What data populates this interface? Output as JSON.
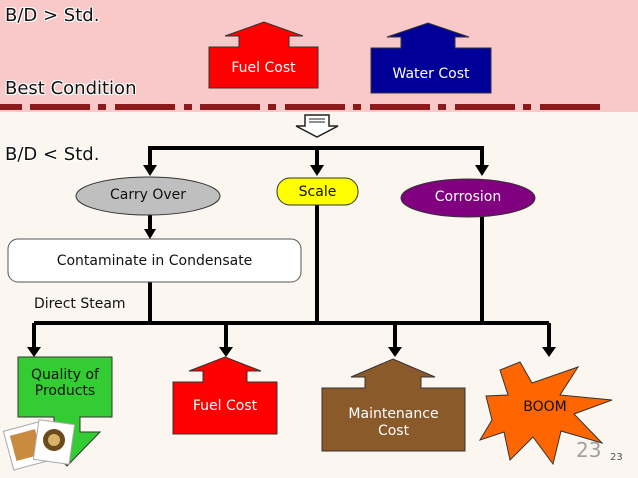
{
  "headings": {
    "bd_greater": "B/D > Std.",
    "best_condition": "Best Condition",
    "bd_less": "B/D < Std."
  },
  "top_arrows": {
    "fuel_cost": "Fuel Cost",
    "water_cost": "Water Cost"
  },
  "causes": {
    "carry_over": "Carry Over",
    "scale": "Scale",
    "corrosion": "Corrosion"
  },
  "contaminate": "Contaminate in Condensate",
  "direct_steam": "Direct Steam",
  "results": {
    "quality_line1": "Quality of",
    "quality_line2": "Products",
    "fuel_cost": "Fuel Cost",
    "maintenance_line1": "Maintenance",
    "maintenance_line2": "Cost",
    "boom": "BOOM"
  },
  "slide_number_large": "23",
  "slide_number_small": "23",
  "colors": {
    "top_band": "#f9c9c9",
    "dash_line": "#8b1a1a",
    "fuel": "#ff0000",
    "water": "#000099",
    "carry_over": "#bfbfbf",
    "scale": "#ffff00",
    "corrosion": "#800080",
    "quality": "#33cc33",
    "maintenance": "#8b5a2b",
    "boom": "#ff6600"
  }
}
